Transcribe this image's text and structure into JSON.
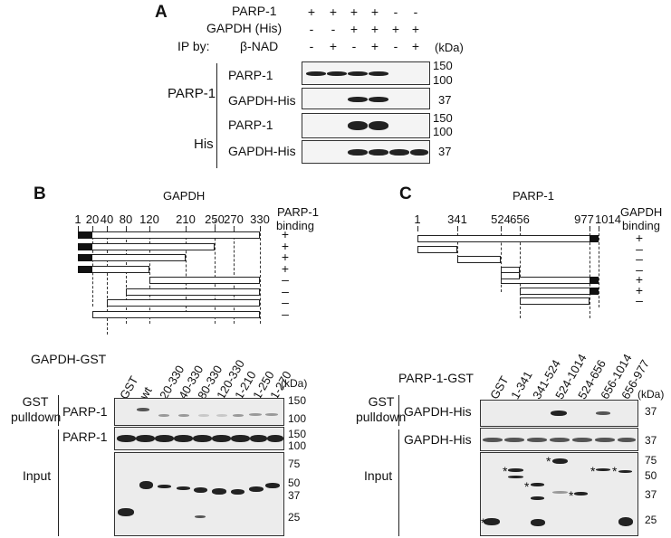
{
  "panel_letters": {
    "a": "A",
    "b": "B",
    "c": "C"
  },
  "panelA": {
    "row_labels": {
      "parp1": "PARP-1",
      "gapdh": "GAPDH (His)",
      "ipby": "IP by:",
      "nad": "β-NAD",
      "kda": "(kDa)"
    },
    "parp1_signs": [
      "+",
      "+",
      "+",
      "+",
      "-",
      "-"
    ],
    "gapdh_signs": [
      "-",
      "-",
      "+",
      "+",
      "+",
      "+"
    ],
    "nad_signs": [
      "-",
      "+",
      "-",
      "+",
      "-",
      "+"
    ],
    "ip_groups": [
      "PARP-1",
      "His"
    ],
    "blot_labels": [
      "PARP-1",
      "GAPDH-His",
      "PARP-1",
      "GAPDH-His"
    ],
    "mw": {
      "m150a": "150",
      "m100a": "100",
      "m37a": "37",
      "m150b": "150",
      "m100b": "100",
      "m37b": "37"
    }
  },
  "panelB": {
    "title": "GAPDH",
    "binding_label": [
      "PARP-1",
      "binding"
    ],
    "positions": [
      "1",
      "20",
      "40",
      "80",
      "120",
      "210",
      "250",
      "270",
      "330"
    ],
    "binding": [
      "+",
      "+",
      "+",
      "+",
      "–",
      "–",
      "–",
      "–"
    ],
    "lane_header": "GAPDH-GST",
    "lanes": [
      "GST",
      "wt",
      "20-330",
      "40-330",
      "80-330",
      "120-330",
      "1-210",
      "1-250",
      "1-270"
    ],
    "kda": "(kDa)",
    "gst_label": [
      "GST",
      "pulldown"
    ],
    "input_label": "Input",
    "blot_labels": [
      "PARP-1",
      "PARP-1"
    ],
    "mw": {
      "m150a": "150",
      "m100a": "100",
      "m150b": "150",
      "m100b": "100",
      "m75": "75",
      "m50": "50",
      "m37": "37",
      "m25": "25"
    }
  },
  "panelC": {
    "title": "PARP-1",
    "binding_label": [
      "GAPDH",
      "binding"
    ],
    "positions": [
      "1",
      "341",
      "524",
      "656",
      "977",
      "1014"
    ],
    "binding": [
      "+",
      "–",
      "–",
      "–",
      "+",
      "+",
      "–"
    ],
    "lane_header": "PARP-1-GST",
    "lanes": [
      "GST",
      "1-341",
      "341-524",
      "524-1014",
      "524-656",
      "656-1014",
      "656-977"
    ],
    "kda": "(kDa)",
    "gst_label": [
      "GST",
      "pulldown"
    ],
    "input_label": "Input",
    "blot_labels": [
      "GAPDH-His",
      "GAPDH-His"
    ],
    "mw": {
      "m37a": "37",
      "m37b": "37",
      "m75": "75",
      "m50": "50",
      "m37": "37",
      "m25": "25"
    },
    "star": "*"
  }
}
